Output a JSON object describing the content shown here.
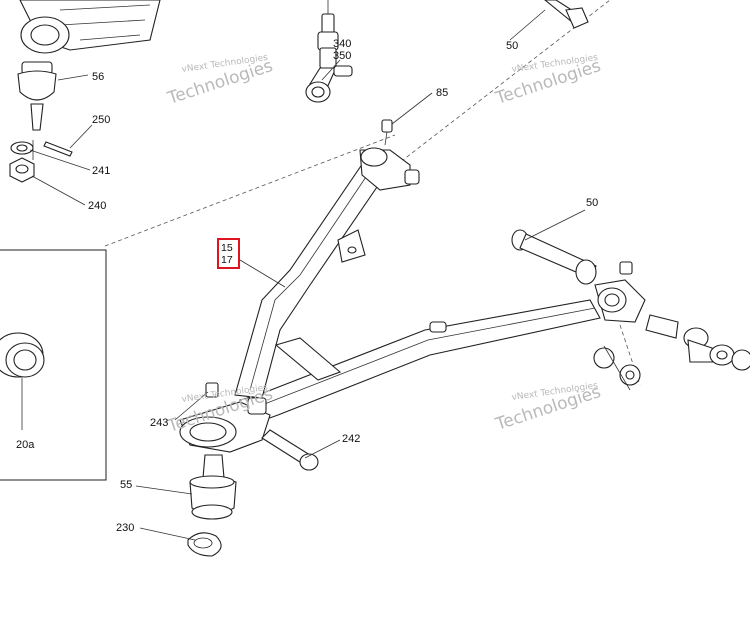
{
  "callouts": {
    "c340": "340",
    "c350": "350",
    "c50_top": "50",
    "c56": "56",
    "c250": "250",
    "c241": "241",
    "c240": "240",
    "c85": "85",
    "c50_right": "50",
    "c243": "243",
    "c242": "242",
    "c20a": "20a",
    "c55": "55",
    "c230": "230"
  },
  "highlight": {
    "line1": "15",
    "line2": "17",
    "color": "#e0141e"
  },
  "watermark": {
    "line1": "vNext Technologies",
    "line2": "Technologies"
  }
}
